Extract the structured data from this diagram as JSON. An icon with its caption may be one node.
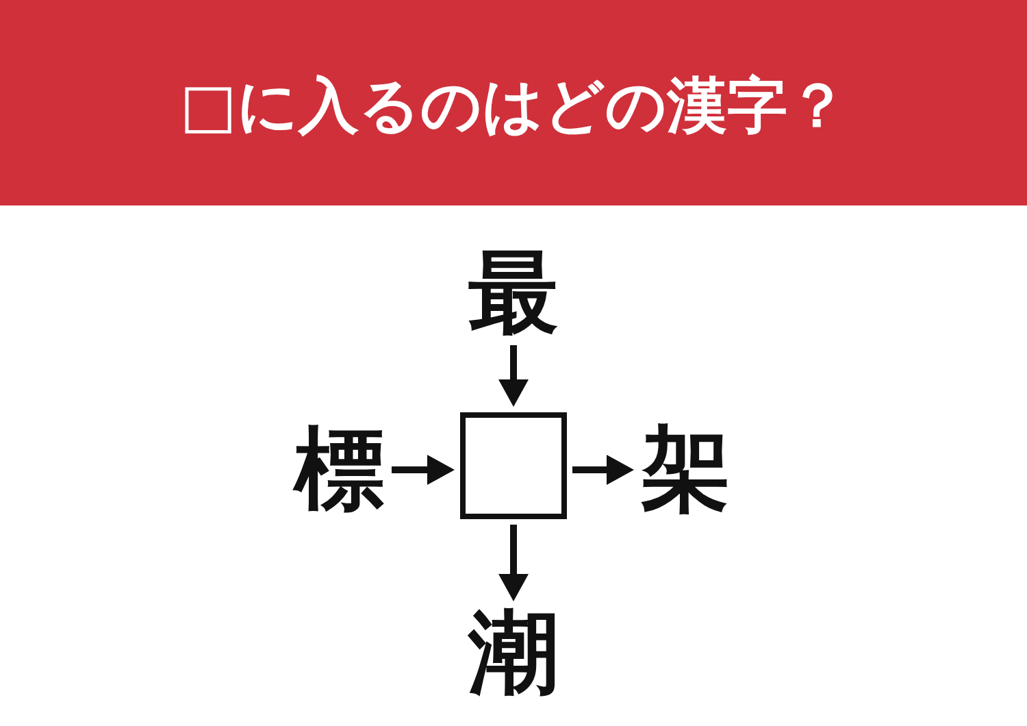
{
  "diagram": {
    "title": "□に入るのはどの漢字？",
    "nodes": [
      {
        "text": [
          "最"
        ]
      },
      {
        "text": [
          "標"
        ]
      },
      {
        "text": [],
        "shape": "box"
      },
      {
        "text": [
          "架"
        ]
      },
      {
        "text": [
          "潮"
        ]
      }
    ],
    "edges": [
      {
        "from": 0,
        "to": 2,
        "arrow": "to"
      },
      {
        "from": 1,
        "to": 2,
        "arrow": "to"
      },
      {
        "from": 2,
        "to": 3,
        "arrow": "to"
      },
      {
        "from": 2,
        "to": 4,
        "arrow": "to"
      }
    ]
  }
}
